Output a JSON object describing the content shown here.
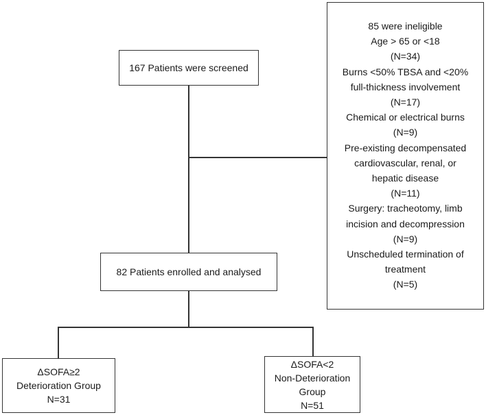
{
  "diagram": {
    "screened": "167 Patients were screened",
    "enrolled": "82 Patients enrolled and analysed",
    "ineligible": {
      "lines": [
        "85 were ineligible",
        "Age > 65 or <18",
        "(N=34)",
        "Burns <50% TBSA and <20%",
        "full-thickness involvement",
        "(N=17)",
        "Chemical or electrical burns",
        "(N=9)",
        "Pre-existing decompensated",
        "cardiovascular, renal, or",
        "hepatic disease",
        "(N=11)",
        "Surgery: tracheotomy, limb",
        "incision and decompression",
        "(N=9)",
        "Unscheduled termination of",
        "treatment",
        "(N=5)"
      ]
    },
    "deterioration": {
      "line1": "ΔSOFA≥2",
      "line2": "Deterioration Group",
      "line3": "N=31"
    },
    "non_deterioration": {
      "line1": "ΔSOFA<2",
      "line2": "Non-Deterioration",
      "line3": "Group",
      "line4": "N=51"
    }
  }
}
